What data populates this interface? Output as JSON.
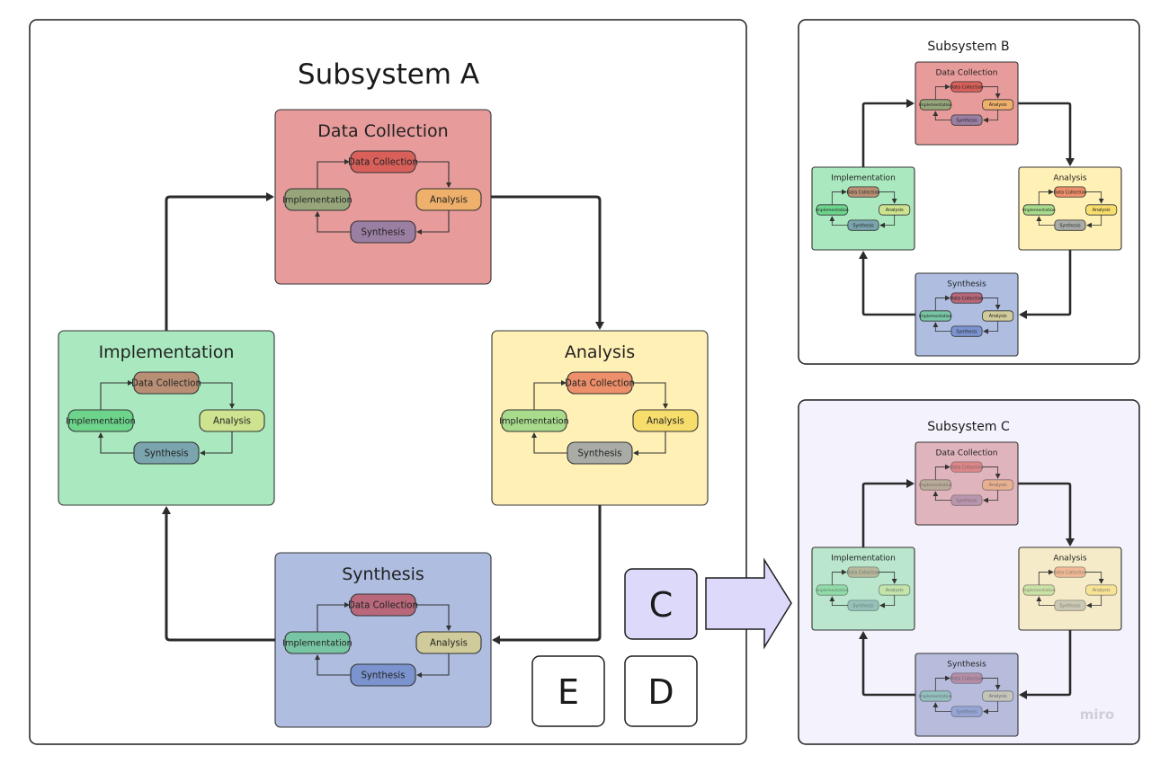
{
  "canvas": {
    "watermark": "miro"
  },
  "subsystems": [
    {
      "id": "A",
      "title": "Subsystem A",
      "modules": [
        {
          "title": "Data Collection",
          "fill": "#e89b9b",
          "inner": {
            "top": "Data Collection",
            "right": "Analysis",
            "bottom": "Synthesis",
            "left": "Implementation"
          },
          "innerColors": {
            "top": "#d9605a",
            "right": "#eeb06b",
            "bottom": "#9b7fa3",
            "left": "#96a67a"
          }
        },
        {
          "title": "Analysis",
          "fill": "#fff0b5",
          "inner": {
            "top": "Data Collection",
            "right": "Analysis",
            "bottom": "Synthesis",
            "left": "Implementation"
          },
          "innerColors": {
            "top": "#ec8f6a",
            "right": "#f7dd6b",
            "bottom": "#a9aca6",
            "left": "#a8dc8c"
          }
        },
        {
          "title": "Synthesis",
          "fill": "#aebde0",
          "inner": {
            "top": "Data Collection",
            "right": "Analysis",
            "bottom": "Synthesis",
            "left": "Implementation"
          },
          "innerColors": {
            "top": "#b8687a",
            "right": "#cfcb9a",
            "bottom": "#7b93cf",
            "left": "#77c5a3"
          }
        },
        {
          "title": "Implementation",
          "fill": "#aae9bf",
          "inner": {
            "top": "Data Collection",
            "right": "Analysis",
            "bottom": "Synthesis",
            "left": "Implementation"
          },
          "innerColors": {
            "top": "#b88f74",
            "right": "#cde38f",
            "bottom": "#7aa4ae",
            "left": "#6dd48b"
          }
        }
      ]
    },
    {
      "id": "B",
      "title": "Subsystem B",
      "modules": [
        {
          "title": "Data Collection",
          "fill": "#e89b9b",
          "inner": {
            "top": "Data Collection",
            "right": "Analysis",
            "bottom": "Synthesis",
            "left": "Implementation"
          },
          "innerColors": {
            "top": "#d9605a",
            "right": "#eeb06b",
            "bottom": "#9b7fa3",
            "left": "#96a67a"
          }
        },
        {
          "title": "Analysis",
          "fill": "#fff0b5",
          "inner": {
            "top": "Data Collection",
            "right": "Analysis",
            "bottom": "Synthesis",
            "left": "Implementation"
          },
          "innerColors": {
            "top": "#ec8f6a",
            "right": "#f7dd6b",
            "bottom": "#a9aca6",
            "left": "#a8dc8c"
          }
        },
        {
          "title": "Synthesis",
          "fill": "#aebde0",
          "inner": {
            "top": "Data Collection",
            "right": "Analysis",
            "bottom": "Synthesis",
            "left": "Implementation"
          },
          "innerColors": {
            "top": "#b8687a",
            "right": "#cfcb9a",
            "bottom": "#7b93cf",
            "left": "#77c5a3"
          }
        },
        {
          "title": "Implementation",
          "fill": "#aae9bf",
          "inner": {
            "top": "Data Collection",
            "right": "Analysis",
            "bottom": "Synthesis",
            "left": "Implementation"
          },
          "innerColors": {
            "top": "#b88f74",
            "right": "#cde38f",
            "bottom": "#7aa4ae",
            "left": "#6dd48b"
          }
        }
      ]
    },
    {
      "id": "C",
      "title": "Subsystem C",
      "modules": [
        {
          "title": "Data Collection",
          "fill": "#e0b4bd",
          "inner": {
            "top": "Data Collection",
            "right": "Analysis",
            "bottom": "Synthesis",
            "left": "Implementation"
          },
          "innerColors": {
            "top": "#d9605a",
            "right": "#eeb06b",
            "bottom": "#9b7fa3",
            "left": "#96a67a"
          }
        },
        {
          "title": "Analysis",
          "fill": "#f6ebc8",
          "inner": {
            "top": "Data Collection",
            "right": "Analysis",
            "bottom": "Synthesis",
            "left": "Implementation"
          },
          "innerColors": {
            "top": "#ec8f6a",
            "right": "#f7dd6b",
            "bottom": "#a9aca6",
            "left": "#a8dc8c"
          }
        },
        {
          "title": "Synthesis",
          "fill": "#b7bcdd",
          "inner": {
            "top": "Data Collection",
            "right": "Analysis",
            "bottom": "Synthesis",
            "left": "Implementation"
          },
          "innerColors": {
            "top": "#b8687a",
            "right": "#cfcb9a",
            "bottom": "#7b93cf",
            "left": "#77c5a3"
          }
        },
        {
          "title": "Implementation",
          "fill": "#b9e6cc",
          "inner": {
            "top": "Data Collection",
            "right": "Analysis",
            "bottom": "Synthesis",
            "left": "Implementation"
          },
          "innerColors": {
            "top": "#b88f74",
            "right": "#cde38f",
            "bottom": "#7aa4ae",
            "left": "#6dd48b"
          }
        }
      ]
    }
  ],
  "letters": {
    "C": {
      "label": "C",
      "fill": "#ddd9fb"
    },
    "D": {
      "label": "D",
      "fill": "#ffffff"
    },
    "E": {
      "label": "E",
      "fill": "#ffffff"
    }
  },
  "colors": {
    "frameStroke": "#1e1e1e",
    "connector": "#2b2b2b",
    "subsystemCFill": "#f4f2fd",
    "bigArrowFill": "#ddd9fb"
  }
}
